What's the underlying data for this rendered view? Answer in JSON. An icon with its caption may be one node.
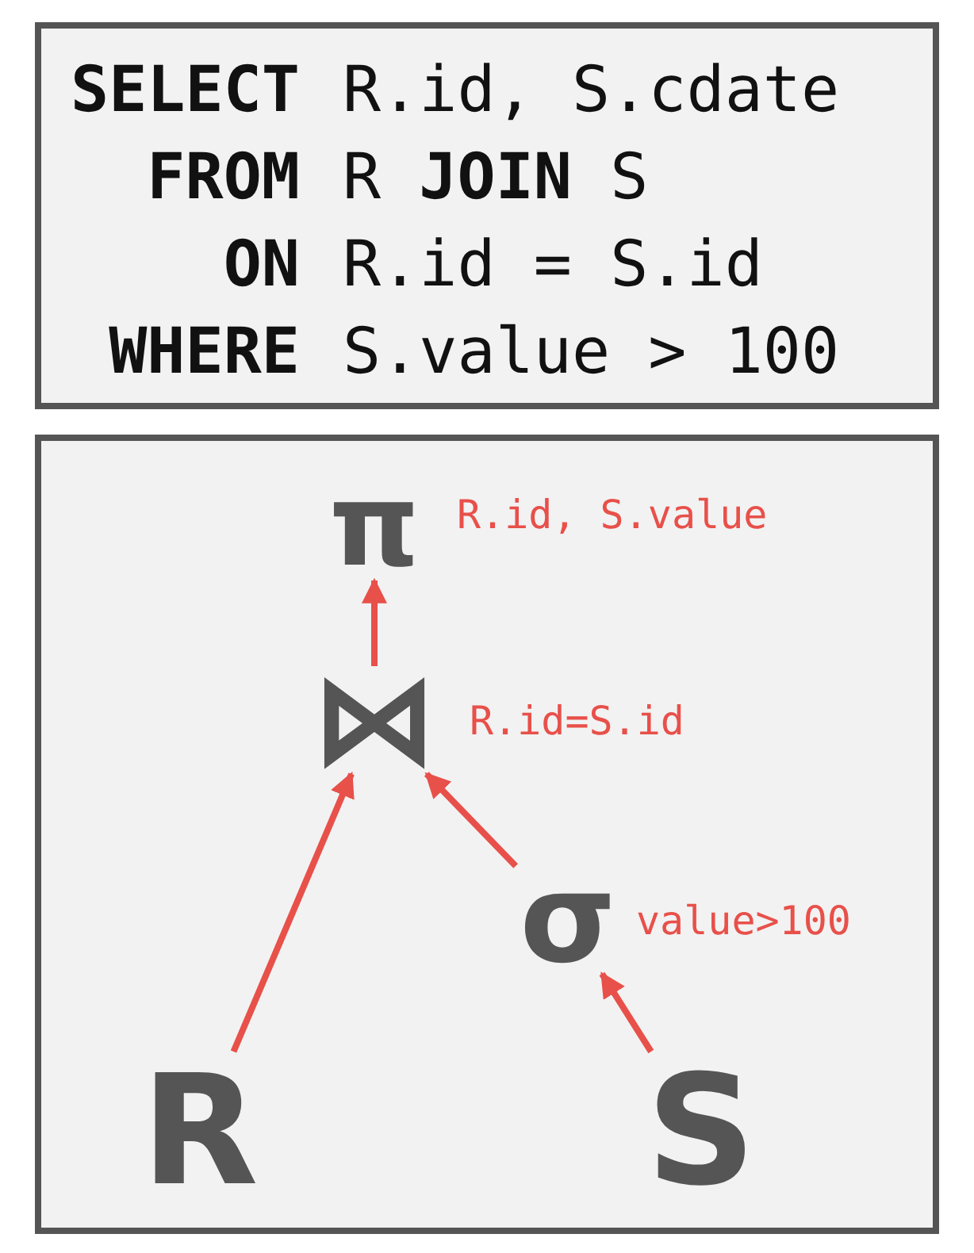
{
  "diagram": {
    "nodes": [
      {
        "text": [
          "SELECT",
          "R.id, S.cdate",
          "FROM",
          "R **JOIN** S",
          "ON",
          "R.id = S.id",
          "WHERE",
          "S.value > 100"
        ]
      },
      {
        "text": [],
        "shape": "box"
      },
      {
        "text": [
          "π"
        ],
        "in": 1,
        "beside": [
          "R.id, S.value"
        ]
      },
      {
        "text": [
          "⋈"
        ],
        "in": 1,
        "beside": [
          "R.id=S.id"
        ]
      },
      {
        "text": [
          "σ"
        ],
        "in": 1,
        "beside": [
          "value>100"
        ]
      },
      {
        "text": [
          "R"
        ],
        "in": 1
      },
      {
        "text": [
          "S"
        ],
        "in": 1
      }
    ],
    "edges": [
      {
        "from": 3,
        "to": 2,
        "arrow": "to"
      },
      {
        "from": 5,
        "to": 3,
        "arrow": "to"
      },
      {
        "from": 4,
        "to": 3,
        "arrow": "to"
      },
      {
        "from": 6,
        "to": 4,
        "arrow": "to"
      }
    ]
  }
}
